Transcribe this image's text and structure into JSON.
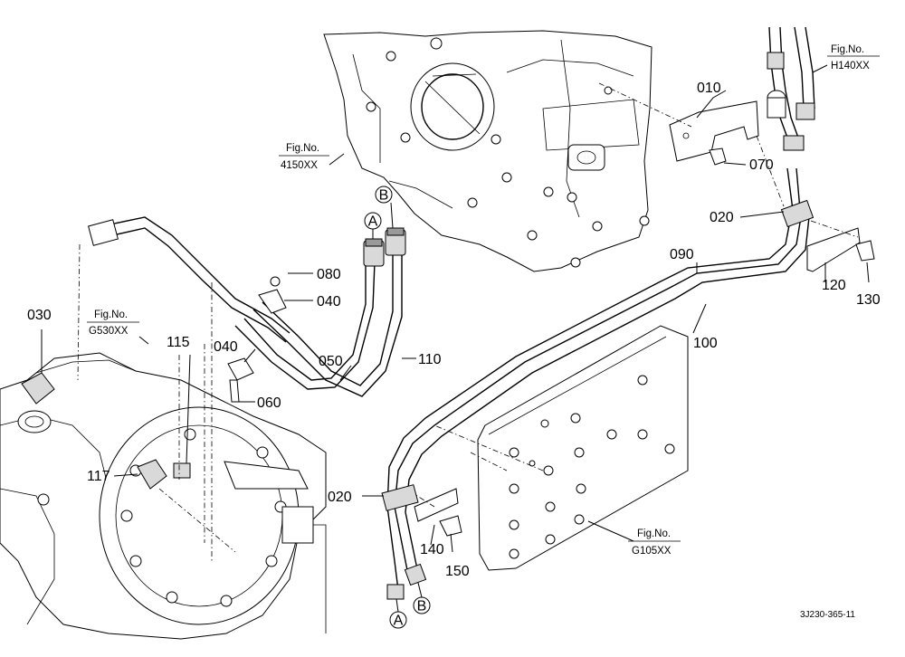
{
  "parts": {
    "p010": "010",
    "p020_top": "020",
    "p020_bottom": "020",
    "p030": "030",
    "p040_top": "040",
    "p040_mid": "040",
    "p050": "050",
    "p060": "060",
    "p070": "070",
    "p080": "080",
    "p090": "090",
    "p100": "100",
    "p110": "110",
    "p115": "115",
    "p117": "117",
    "p120": "120",
    "p130": "130",
    "p140": "140",
    "p150": "150"
  },
  "markers": {
    "a_top": "A",
    "b_top": "B",
    "a_bottom": "A",
    "b_bottom": "B"
  },
  "fig_refs": {
    "f4150": {
      "title": "Fig.No.",
      "code": "4150XX"
    },
    "fg530": {
      "title": "Fig.No.",
      "code": "G530XX"
    },
    "fh140": {
      "title": "Fig.No.",
      "code": "H140XX"
    },
    "fg105": {
      "title": "Fig.No.",
      "code": "G105XX"
    }
  },
  "drawing_code": "3J230-365-11"
}
